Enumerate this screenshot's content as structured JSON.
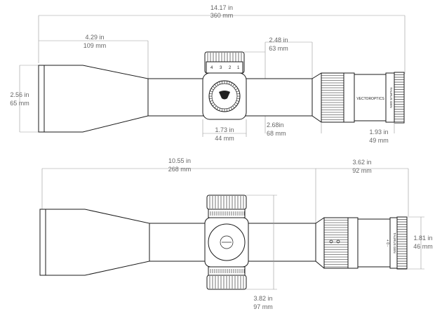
{
  "dimensions": {
    "top_length_in": "14.17 in",
    "top_length_mm": "360 mm",
    "objective_len_in": "4.29 in",
    "objective_len_mm": "109 mm",
    "eyepiece_len_in": "2.48 in",
    "eyepiece_len_mm": "63 mm",
    "objective_dia_in": "2.56 in",
    "objective_dia_mm": "65 mm",
    "turret_width_in": "1.73 in",
    "turret_width_mm": "44 mm",
    "turret_height_in": "2.68in",
    "turret_height_mm": "68 mm",
    "eyepiece_dia_in": "1.93 in",
    "eyepiece_dia_mm": "49 mm",
    "bottom_length_in": "10.55 in",
    "bottom_length_mm": "268 mm",
    "rear_len_in": "3.62 in",
    "rear_len_mm": "92 mm",
    "rear_dia_in": "1.81 in",
    "rear_dia_mm": "46 mm",
    "turret_total_in": "3.82 in",
    "turret_total_mm": "97 mm"
  },
  "labels": {
    "brand": "VECTOROPTICS",
    "ring_text": "TAURUS GEN",
    "turret_numbers": [
      "4",
      "3",
      "2",
      "1"
    ],
    "side_marks": "+ 0 -"
  }
}
